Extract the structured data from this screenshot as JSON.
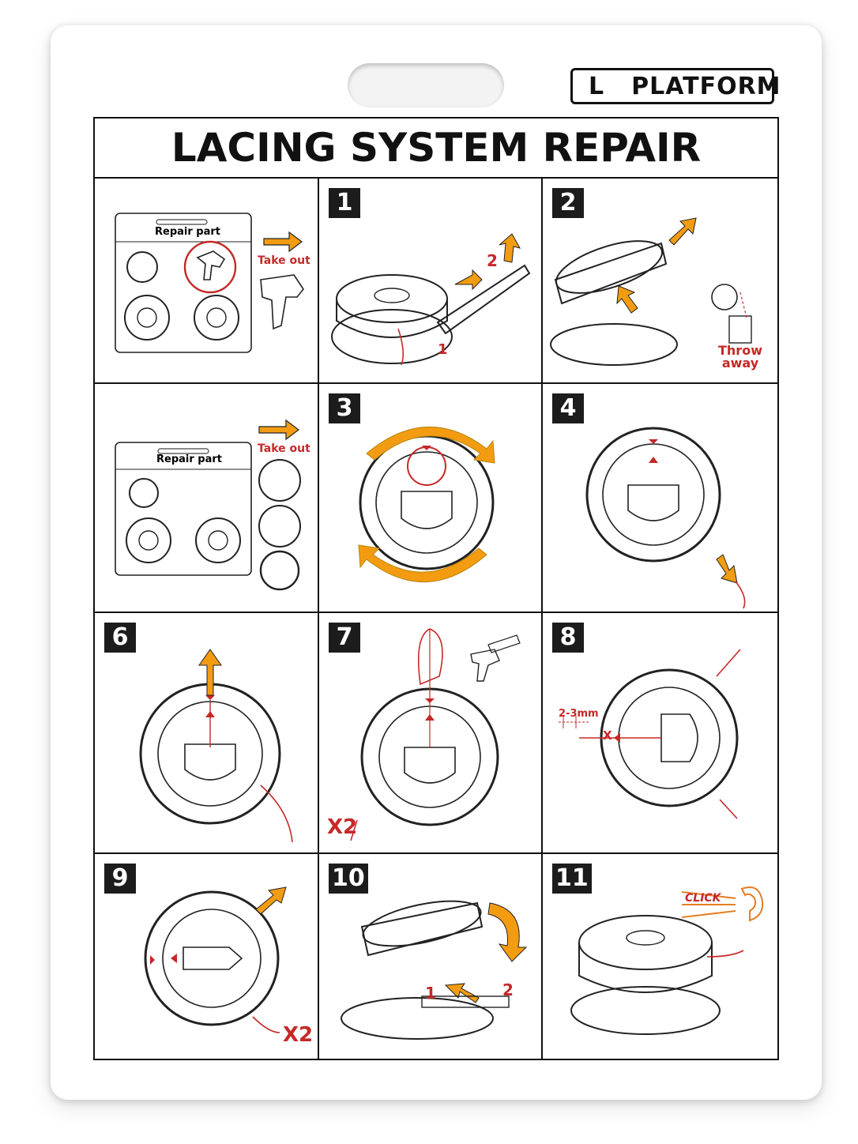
{
  "card": {
    "size_tag": "L",
    "platform_tag": "PLATFORM",
    "title": "LACING SYSTEM REPAIR"
  },
  "intro_a": {
    "repair_part": "Repair part",
    "take_out": "Take out"
  },
  "intro_b": {
    "repair_part": "Repair part",
    "take_out": "Take out"
  },
  "steps": [
    {
      "number": "1",
      "callouts": [
        "2",
        "1"
      ]
    },
    {
      "number": "2",
      "callouts": [
        "Throw",
        "away"
      ]
    },
    {
      "number": "3",
      "callouts": []
    },
    {
      "number": "4",
      "callouts": []
    },
    {
      "number": "6",
      "callouts": []
    },
    {
      "number": "7",
      "callouts": [
        "X2"
      ]
    },
    {
      "number": "8",
      "callouts": [
        "2-3mm",
        "X"
      ]
    },
    {
      "number": "9",
      "callouts": [
        "X2"
      ]
    },
    {
      "number": "10",
      "callouts": [
        "1",
        "2"
      ]
    },
    {
      "number": "11",
      "callouts": [
        "CLICK"
      ]
    }
  ],
  "colors": {
    "ink": "#111111",
    "accent_red": "#c62828",
    "accent_orange": "#f39c12"
  }
}
